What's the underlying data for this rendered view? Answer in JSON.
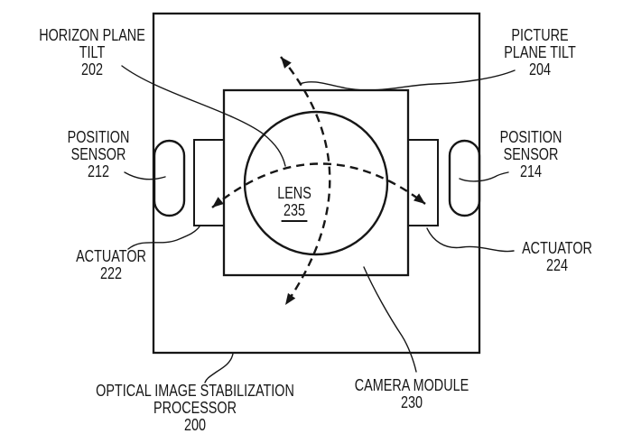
{
  "figure_type": "patent-style optical image stabilization diagram",
  "labels": {
    "horizon_plane_tilt": {
      "line1": "HORIZON PLANE",
      "line2": "TILT",
      "ref": "202"
    },
    "picture_plane_tilt": {
      "line1": "PICTURE",
      "line2": "PLANE TILT",
      "ref": "204"
    },
    "position_sensor_left": {
      "line1": "POSITION",
      "line2": "SENSOR",
      "ref": "212"
    },
    "position_sensor_right": {
      "line1": "POSITION",
      "line2": "SENSOR",
      "ref": "214"
    },
    "actuator_left": {
      "line1": "ACTUATOR",
      "ref": "222"
    },
    "actuator_right": {
      "line1": "ACTUATOR",
      "ref": "224"
    },
    "lens": {
      "line1": "LENS",
      "ref": "235"
    },
    "camera_module": {
      "line1": "CAMERA MODULE",
      "ref": "230"
    },
    "ois_processor": {
      "line1": "OPTICAL IMAGE STABILIZATION",
      "line2": "PROCESSOR",
      "ref": "200"
    }
  },
  "colors": {
    "line": "#161616",
    "background": "#ffffff"
  }
}
